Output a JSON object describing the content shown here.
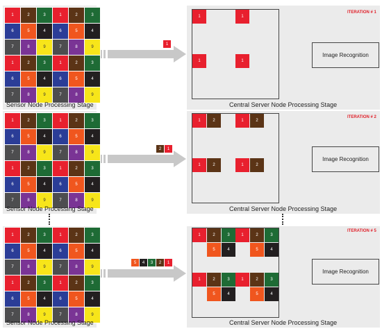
{
  "grid": {
    "labels": [
      [
        "1",
        "2",
        "3",
        "1",
        "2",
        "3"
      ],
      [
        "6",
        "5",
        "4",
        "6",
        "5",
        "4"
      ],
      [
        "7",
        "8",
        "9",
        "7",
        "8",
        "9"
      ],
      [
        "1",
        "2",
        "3",
        "1",
        "2",
        "3"
      ],
      [
        "6",
        "5",
        "4",
        "6",
        "5",
        "4"
      ],
      [
        "7",
        "8",
        "9",
        "7",
        "8",
        "9"
      ]
    ],
    "colors": {
      "1": "#e8202e",
      "2": "#5b3416",
      "3": "#1e6b35",
      "4": "#231f20",
      "5": "#f0561e",
      "6": "#2b3d97",
      "7": "#4d4d4f",
      "8": "#7a3495",
      "9": "#f7e51a"
    }
  },
  "sensor_caption": "Sensor Node Processing Stage",
  "server_caption": "Central Server Node Processing Stage",
  "recognition_label": "Image Recognition",
  "rows": [
    {
      "iteration": "ITERATION # 1",
      "packet": [
        "1"
      ],
      "server_row": [
        "1"
      ],
      "server_row2": []
    },
    {
      "iteration": "ITERATION # 2",
      "packet": [
        "2",
        "1"
      ],
      "server_row": [
        "1",
        "2"
      ],
      "server_row2": []
    },
    {
      "iteration": "ITERATION # 5",
      "packet": [
        "5",
        "4",
        "3",
        "2",
        "1"
      ],
      "server_row": [
        "1",
        "2",
        "3"
      ],
      "server_row2": [
        "5",
        "4"
      ]
    }
  ],
  "colors": {
    "arrow": "#c8c8c8",
    "accent": "#e0202a"
  }
}
